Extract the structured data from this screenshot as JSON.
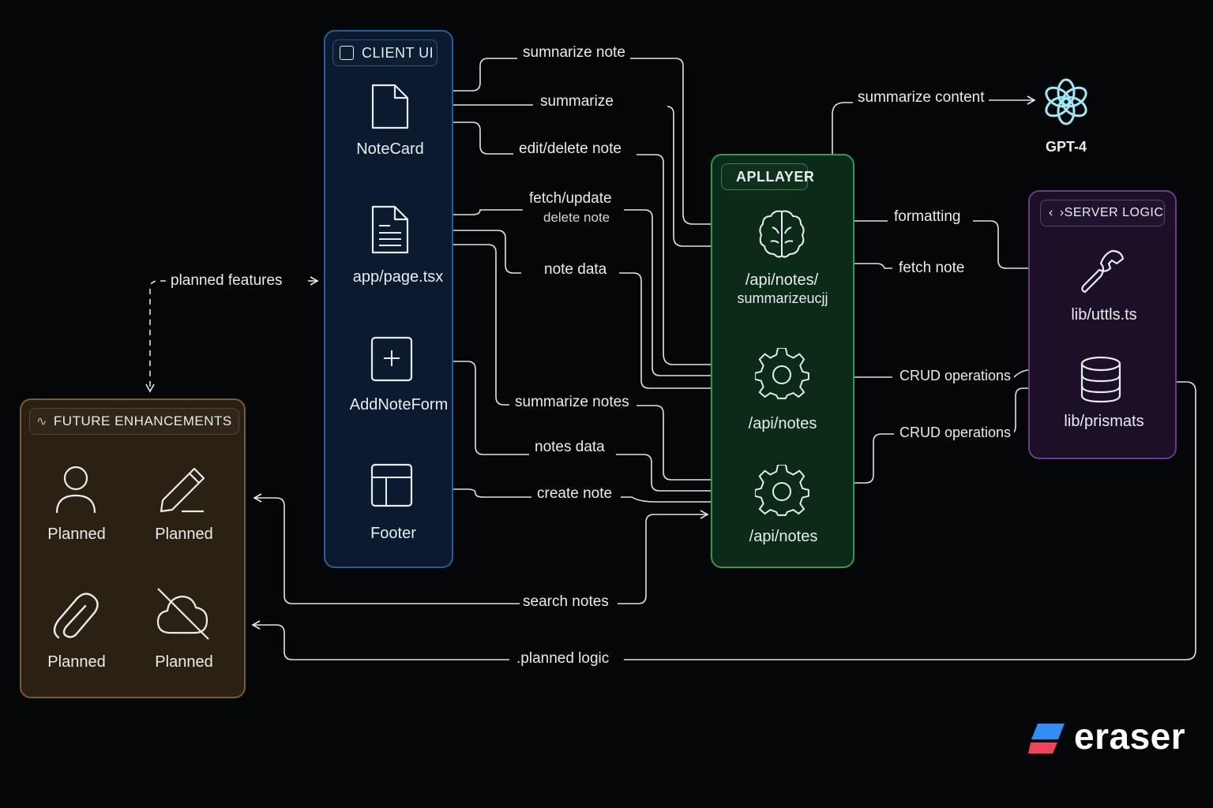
{
  "client_ui": {
    "title": "CLIENT UI",
    "nodes": {
      "notecard": "NoteCard",
      "page": "app/page.tsx",
      "addnote": "AddNoteForm",
      "footer": "Footer"
    }
  },
  "api_layer": {
    "title": "APLLAYER",
    "nodes": {
      "summarize": "/api/notes/",
      "summarize_line2": "summarizeucjj",
      "notes_a": "/api/notes",
      "notes_b": "/api/notes"
    }
  },
  "server_logic": {
    "title": "›SERVER LOGIC",
    "nodes": {
      "utils": "lib/uttls.ts",
      "prisma": "lib/prismats"
    }
  },
  "gpt": {
    "label": "GPT-4"
  },
  "future": {
    "title": "FUTURE ENHANCEMENTS",
    "items": [
      "Planned",
      "Planned",
      "Planned",
      "Planned"
    ]
  },
  "edges": {
    "summarize_note": "sumnarize note",
    "summarize": "summarize",
    "edit_delete": "edit/delete note",
    "fetch_update": "fetch/update",
    "delete_note": "delete note",
    "note_data": "note data",
    "summarize_notes": "summarize notes",
    "notes_data": "notes data",
    "create_note": "create note",
    "search_notes": "search notes",
    "planned_logic": ".planned logic",
    "planned_features": "planned features",
    "summarize_content": "summarize content",
    "formatting": "formatting",
    "fetch_note": "fetch note",
    "crud_1": "CRUD operations",
    "crud_2": "CRUD operations"
  },
  "brand": {
    "name": "eraser"
  },
  "colors": {
    "client": "#2a5c98",
    "api": "#2f9a55",
    "server": "#6b3a8c",
    "future": "#7a5a32",
    "brand_blue": "#2f8ef5",
    "brand_red": "#f0435a"
  }
}
